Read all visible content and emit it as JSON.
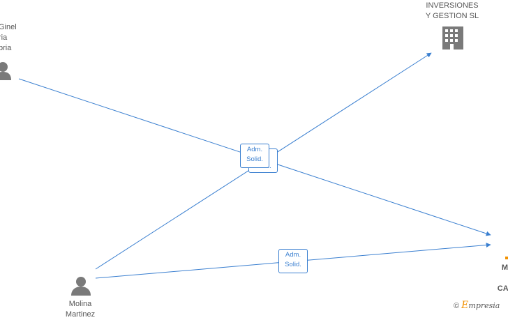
{
  "nodes": {
    "top_left_person": {
      "label": "Ginel\nria\nbria",
      "icon": "person-icon"
    },
    "inversiones": {
      "label": "INVERSIONES\nY GESTION SL",
      "icon": "building-icon"
    },
    "molina": {
      "label": "Molina\nMartinez",
      "icon": "person-icon"
    },
    "right_company": {
      "label": "MC\nP\nCAP",
      "icon": "building-icon",
      "accent_icon": "orange-marker-icon"
    }
  },
  "edges": {
    "center_front": {
      "line1": "Adm.",
      "line2": "Solid."
    },
    "center_back": {
      "line1": "",
      "line2": "Solid."
    },
    "bottom": {
      "line1": "Adm.",
      "line2": "Solid."
    }
  },
  "watermark": {
    "copyright": "©",
    "brand_initial": "E",
    "brand_rest": "mpresia"
  },
  "colors": {
    "edge": "#3a7fd0",
    "icon": "#7a7a7a",
    "text": "#555555",
    "accent": "#f29100"
  }
}
